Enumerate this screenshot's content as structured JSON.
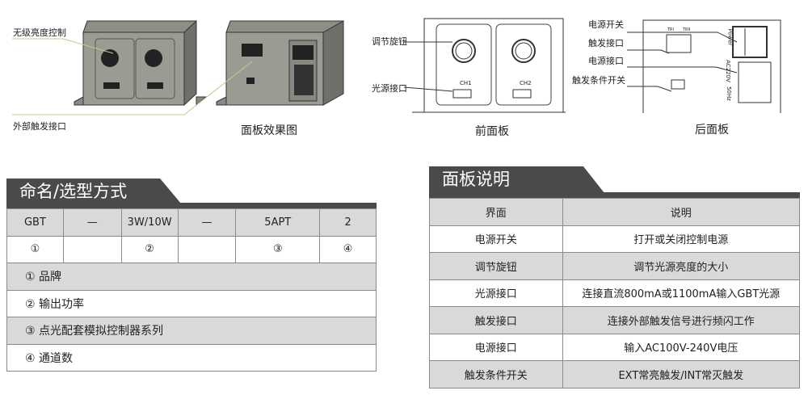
{
  "photo": {
    "callouts": [
      "无级亮度控制",
      "外部触发接口"
    ],
    "caption": "面板效果图"
  },
  "front_panel": {
    "callouts": [
      "调节旋钮",
      "光源接口"
    ],
    "channels": [
      "CH1",
      "CH2"
    ],
    "caption": "前面板"
  },
  "rear_panel": {
    "callouts": [
      "电源开关",
      "触发接口",
      "电源接口",
      "触发条件开关"
    ],
    "trigger_labels": [
      "TRI",
      "TRII"
    ],
    "power_label": "Power",
    "voltage_label": "AC220V",
    "freq_label": "50Hz",
    "caption": "后面板"
  },
  "naming": {
    "title": "命名/选型方式",
    "codes": [
      "GBT",
      "—",
      "3W/10W",
      "—",
      "5APT",
      "2"
    ],
    "markers": [
      "①",
      "",
      "②",
      "",
      "③",
      "④"
    ],
    "legend": [
      "①  品牌",
      "②  输出功率",
      "③  点光配套模拟控制器系列",
      "④  通道数"
    ]
  },
  "panel_desc": {
    "title": "面板说明",
    "headers": [
      "界面",
      "说明"
    ],
    "rows": [
      [
        "电源开关",
        "打开或关闭控制电源"
      ],
      [
        "调节旋钮",
        "调节光源亮度的大小"
      ],
      [
        "光源接口",
        "连接直流800mA或1100mA输入GBT光源"
      ],
      [
        "触发接口",
        "连接外部触发信号进行频闪工作"
      ],
      [
        "电源接口",
        "输入AC100V-240V电压"
      ],
      [
        "触发条件开关",
        "EXT常亮触发/INT常灭触发"
      ]
    ]
  }
}
